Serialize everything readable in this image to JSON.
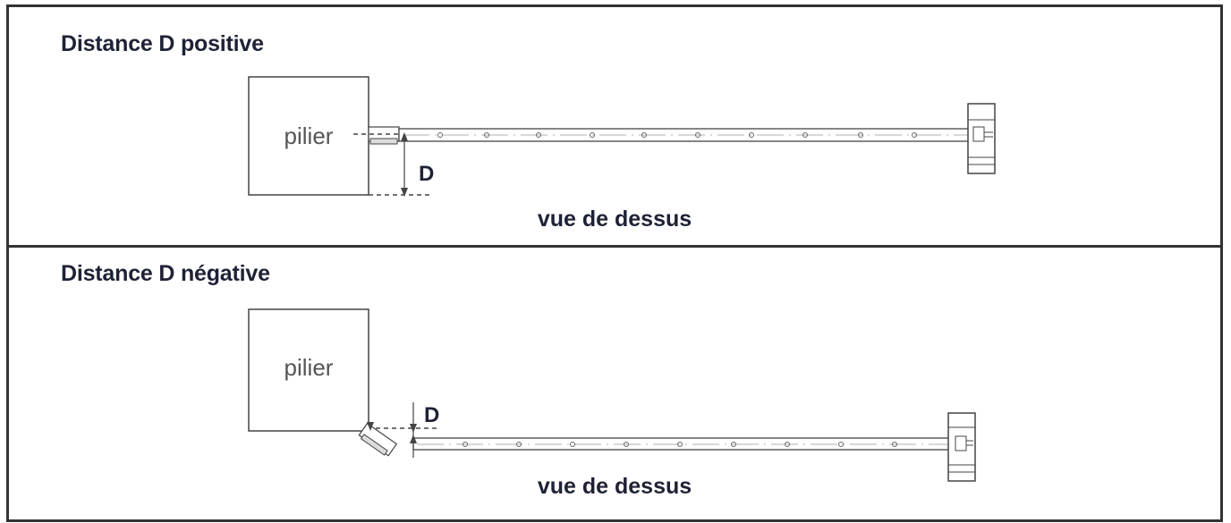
{
  "panels": {
    "positive": {
      "title": "Distance D positive",
      "pillar_label": "pilier",
      "dimension_label": "D",
      "view_label": "vue de dessus"
    },
    "negative": {
      "title": "Distance D négative",
      "pillar_label": "pilier",
      "dimension_label": "D",
      "view_label": "vue de dessus"
    }
  },
  "colors": {
    "border": "#333333",
    "title_text": "#1e2235",
    "line": "#444444",
    "pillar_text": "#555555"
  }
}
